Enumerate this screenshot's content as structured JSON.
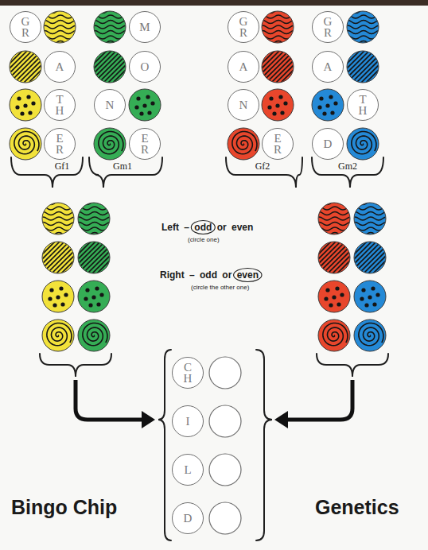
{
  "diagram": {
    "nodes": [
      {
        "text": [
          "G R"
        ]
      },
      {
        "text": [
          "A"
        ]
      },
      {
        "text": [
          "T H"
        ]
      },
      {
        "text": [
          "E R"
        ]
      },
      {
        "text": [
          "M"
        ]
      },
      {
        "text": [
          "O"
        ]
      },
      {
        "text": [
          "N"
        ]
      },
      {
        "text": [
          "E R"
        ]
      },
      {
        "text": [
          "G R"
        ]
      },
      {
        "text": [
          "A"
        ]
      },
      {
        "text": [
          "N"
        ]
      },
      {
        "text": [
          "E R"
        ]
      },
      {
        "text": [
          "G R"
        ]
      },
      {
        "text": [
          "A"
        ]
      },
      {
        "text": [
          "T H"
        ]
      },
      {
        "text": [
          "D"
        ]
      },
      {
        "text": [
          "C H"
        ]
      },
      {
        "text": [
          "I"
        ]
      },
      {
        "text": [
          "L"
        ]
      },
      {
        "text": [
          "D"
        ]
      }
    ],
    "labels": [
      "Gf1",
      "Gm1",
      "Gf2",
      "Gm2",
      "Left – odd or even",
      "(circle one)",
      "Right – odd or even",
      "(circle the other one)",
      "Bingo Chip",
      "Genetics"
    ]
  }
}
